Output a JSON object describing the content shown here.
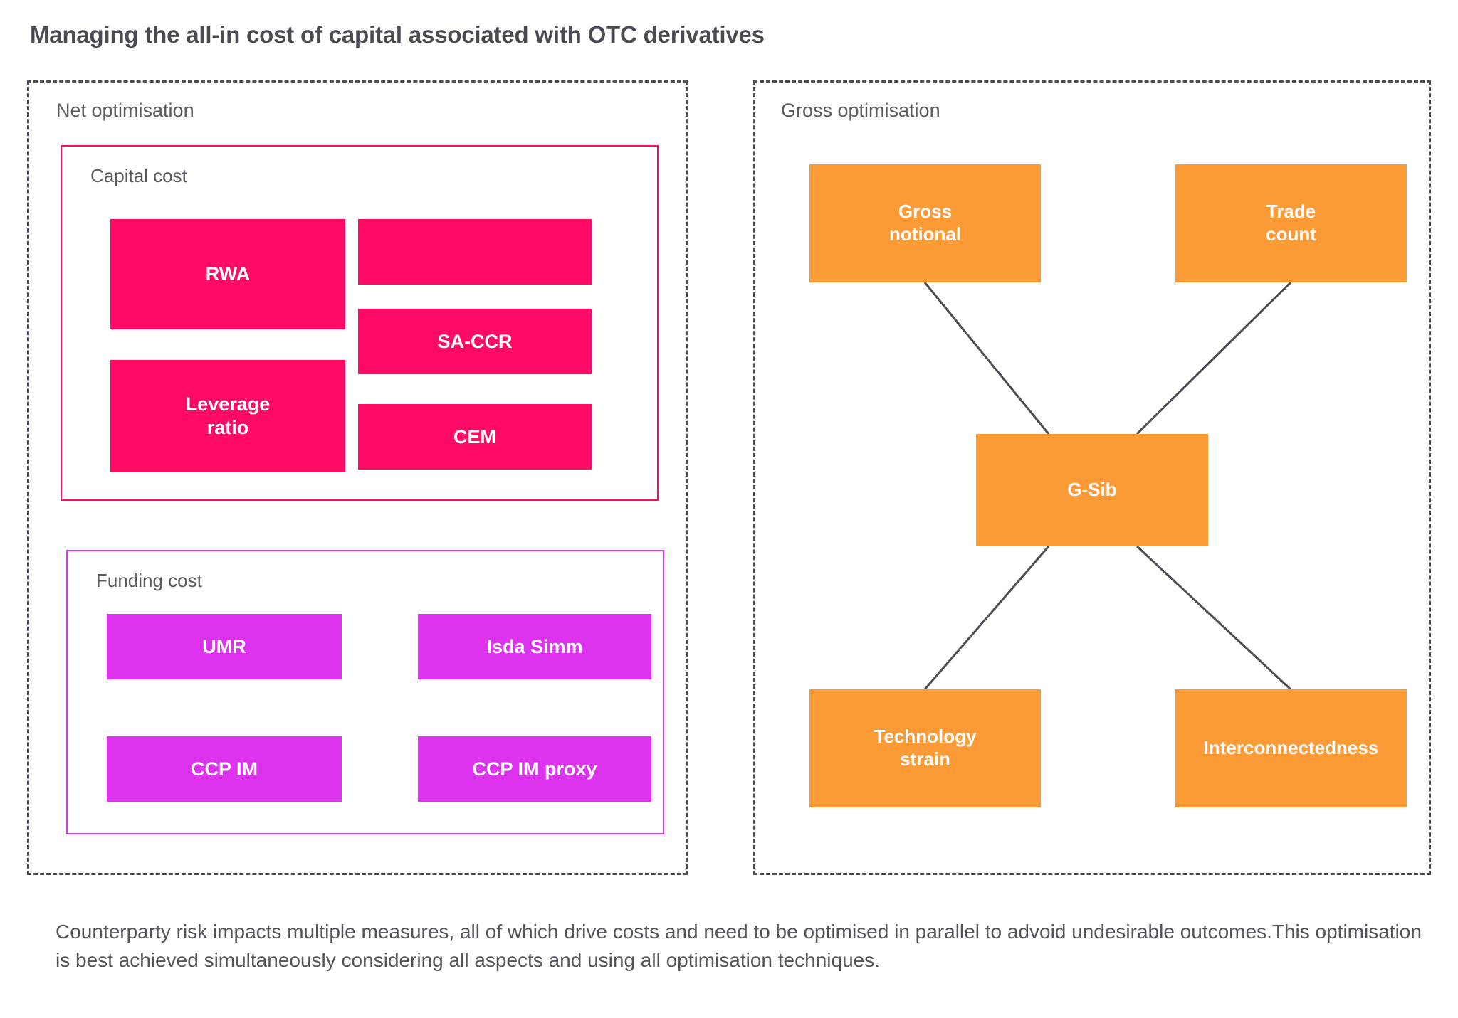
{
  "page": {
    "title": "Managing the all-in cost of capital associated with OTC derivatives"
  },
  "colors": {
    "pink": "#FF0A64",
    "magenta": "#DD33EE",
    "orange": "#FC9A35",
    "dashed_border": "#4d4d55",
    "text_gray": "#5a5a62",
    "connector_line": "#4d4d55",
    "background": "#FFFFFF"
  },
  "net_optimisation": {
    "label": "Net optimisation",
    "capital_cost": {
      "label": "Capital cost",
      "nodes": [
        {
          "id": "rwa",
          "label": "RWA"
        },
        {
          "id": "blank",
          "label": ""
        },
        {
          "id": "sa-ccr",
          "label": "SA-CCR"
        },
        {
          "id": "leverage",
          "label": "Leverage\nratio"
        },
        {
          "id": "cem",
          "label": "CEM"
        }
      ]
    },
    "funding_cost": {
      "label": "Funding cost",
      "nodes": [
        {
          "id": "umr",
          "label": "UMR"
        },
        {
          "id": "isda-simm",
          "label": "Isda Simm"
        },
        {
          "id": "ccp-im",
          "label": "CCP IM"
        },
        {
          "id": "ccp-im-proxy",
          "label": "CCP IM proxy"
        }
      ]
    }
  },
  "gross_optimisation": {
    "label": "Gross optimisation",
    "nodes": [
      {
        "id": "gross-notional",
        "label": "Gross\nnotional"
      },
      {
        "id": "trade-count",
        "label": "Trade\ncount"
      },
      {
        "id": "g-sib",
        "label": "G-Sib"
      },
      {
        "id": "technology-strain",
        "label": "Technology\nstrain"
      },
      {
        "id": "interconnectedness",
        "label": "Interconnectedness"
      }
    ],
    "edges": [
      {
        "from": "gross-notional",
        "to": "g-sib"
      },
      {
        "from": "trade-count",
        "to": "g-sib"
      },
      {
        "from": "g-sib",
        "to": "technology-strain"
      },
      {
        "from": "g-sib",
        "to": "interconnectedness"
      }
    ]
  },
  "footer": {
    "text": "Counterparty risk impacts multiple measures, all of which drive costs and need to be optimised in parallel to advoid undesirable outcomes.This optimisation is best achieved simultaneously considering all aspects and using all optimisation techniques."
  }
}
